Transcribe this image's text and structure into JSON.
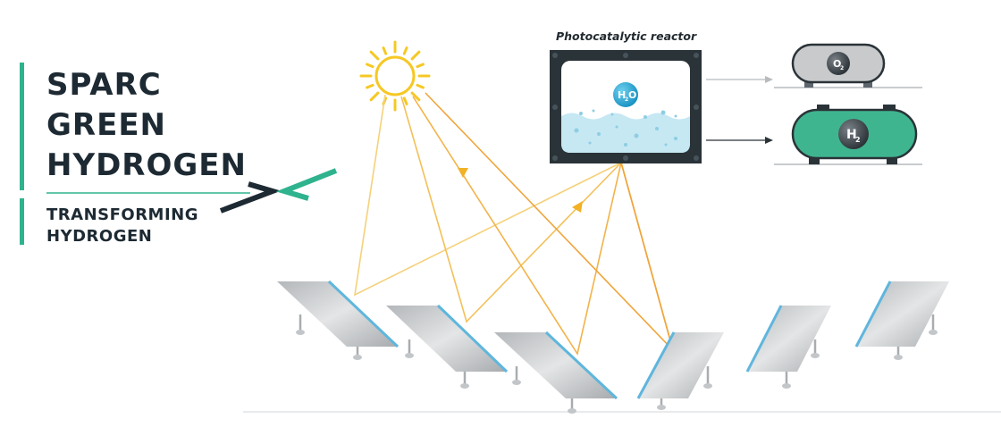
{
  "logo": {
    "line1": "SPARC",
    "line2": "GREEN",
    "line3": "HYDROGEN",
    "tagline1": "TRANSFORMING",
    "tagline2": "HYDROGEN",
    "colors": {
      "green": "#2fb38e",
      "dark": "#1d2a33"
    }
  },
  "reactor": {
    "title": "Photocatalytic reactor",
    "molecule": {
      "symbol": "H",
      "subscript": "2",
      "suffix": "O"
    }
  },
  "tanks": {
    "oxygen": {
      "symbol": "O",
      "subscript": "2",
      "color": "#c9cacb"
    },
    "hydrogen": {
      "symbol": "H",
      "subscript": "2",
      "color": "#3fb58f"
    }
  },
  "icons": [
    "sun-icon",
    "arrow-chevron-logo"
  ],
  "colors": {
    "sun": "#f6c824",
    "beam": "#f2a93b",
    "panel": "#c3c6c9",
    "panel_edge": "#5fb6dd",
    "reactor_frame": "#2a3338",
    "water": "#c5e8f3"
  }
}
